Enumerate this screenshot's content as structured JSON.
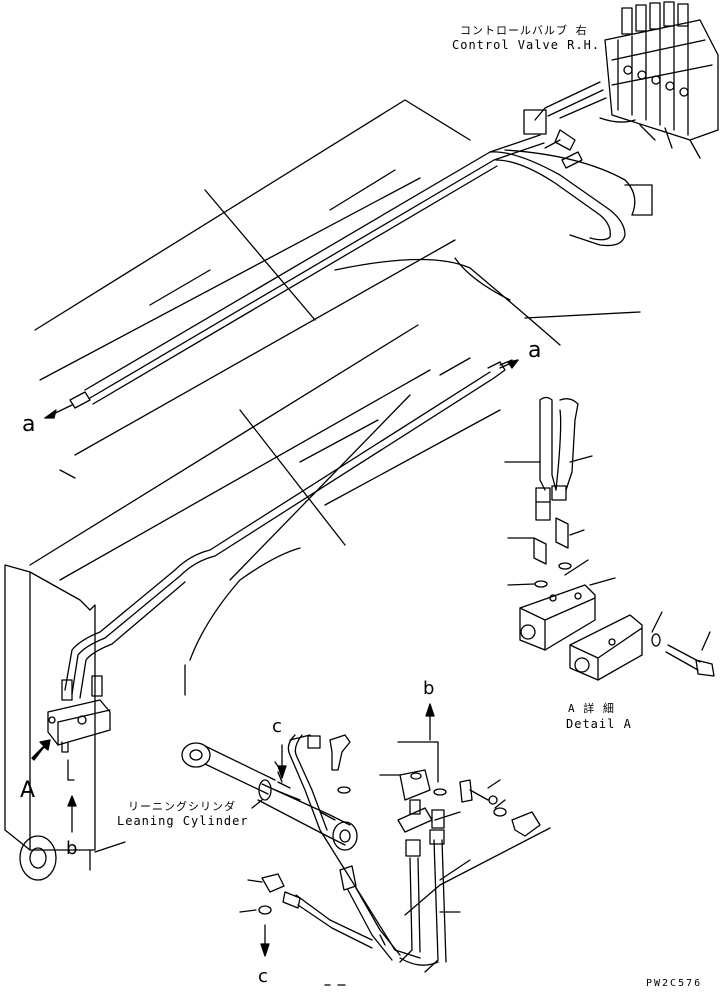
{
  "labels": {
    "control_valve_jp": "コントロールバルブ 右",
    "control_valve_en": "Control Valve R.H.",
    "leaning_cylinder_jp": "リーニングシリンダ",
    "leaning_cylinder_en": "Leaning Cylinder",
    "detail_a_jp": "A 詳 細",
    "detail_a_en": "Detail A",
    "view_a": "A",
    "ref_a": "a",
    "ref_b": "b",
    "ref_c": "c",
    "drawing_code": "PW2C576"
  }
}
